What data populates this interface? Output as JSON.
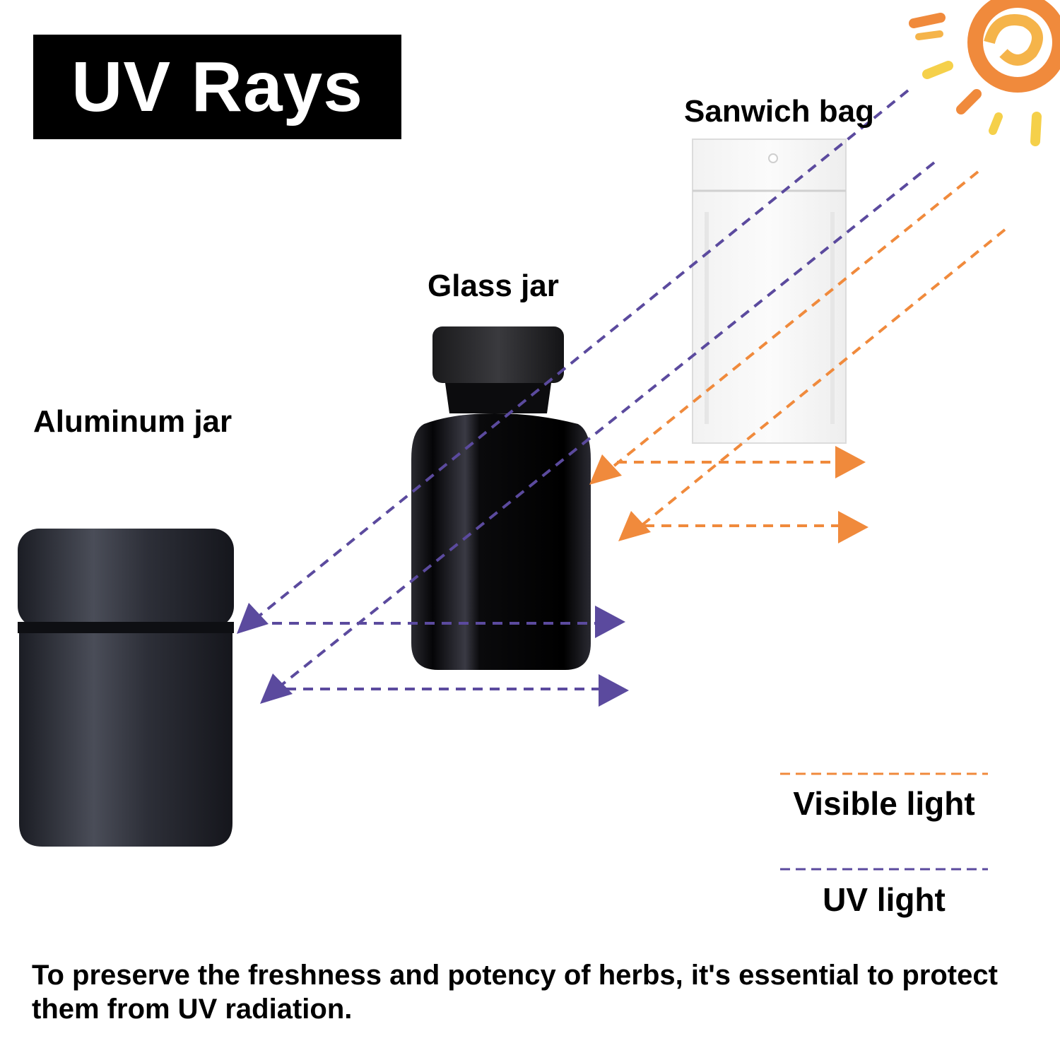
{
  "title": "UV Rays",
  "labels": {
    "sandwich_bag": "Sanwich bag",
    "glass_jar": "Glass jar",
    "aluminum_jar": "Aluminum jar"
  },
  "legend": {
    "visible": "Visible light",
    "uv": "UV light"
  },
  "caption": "To preserve the freshness and potency of herbs, it's essential to protect them from UV radiation.",
  "colors": {
    "uv": "#5b4a9e",
    "visible": "#f08a3c",
    "title_bg": "#000000",
    "title_text": "#ffffff"
  },
  "icons": {
    "sun": "sun-sketch-icon",
    "bag": "sandwich-bag-icon",
    "glass": "glass-jar-icon",
    "aluminum": "aluminum-jar-icon"
  }
}
